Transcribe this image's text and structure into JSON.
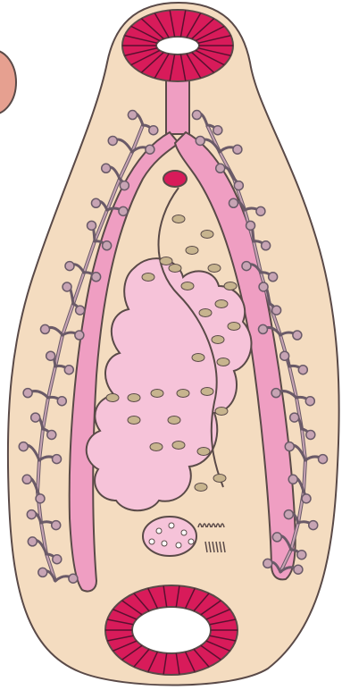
{
  "diagram": {
    "labels": [],
    "colors": {
      "body_fill": "#f4dcc0",
      "body_stroke": "#5a4a48",
      "sucker_fill": "#d81b5a",
      "sucker_inner": "#ffffff",
      "gut_fill": "#ef9ec2",
      "uterus_fill": "#f6c3d9",
      "vitelline_fill": "#c7a4b4",
      "vitelline_stroke": "#6a5a68",
      "egg_fill": "#c7b48e",
      "ovary_fill": "#d81b5a",
      "neighbor_fill": "#e6a090"
    },
    "structures": [
      {
        "name": "oral-sucker"
      },
      {
        "name": "pharynx"
      },
      {
        "name": "intestinal-caeca"
      },
      {
        "name": "uterus"
      },
      {
        "name": "vitelline-glands"
      },
      {
        "name": "ventral-sucker"
      },
      {
        "name": "ovary"
      },
      {
        "name": "testis"
      }
    ]
  }
}
